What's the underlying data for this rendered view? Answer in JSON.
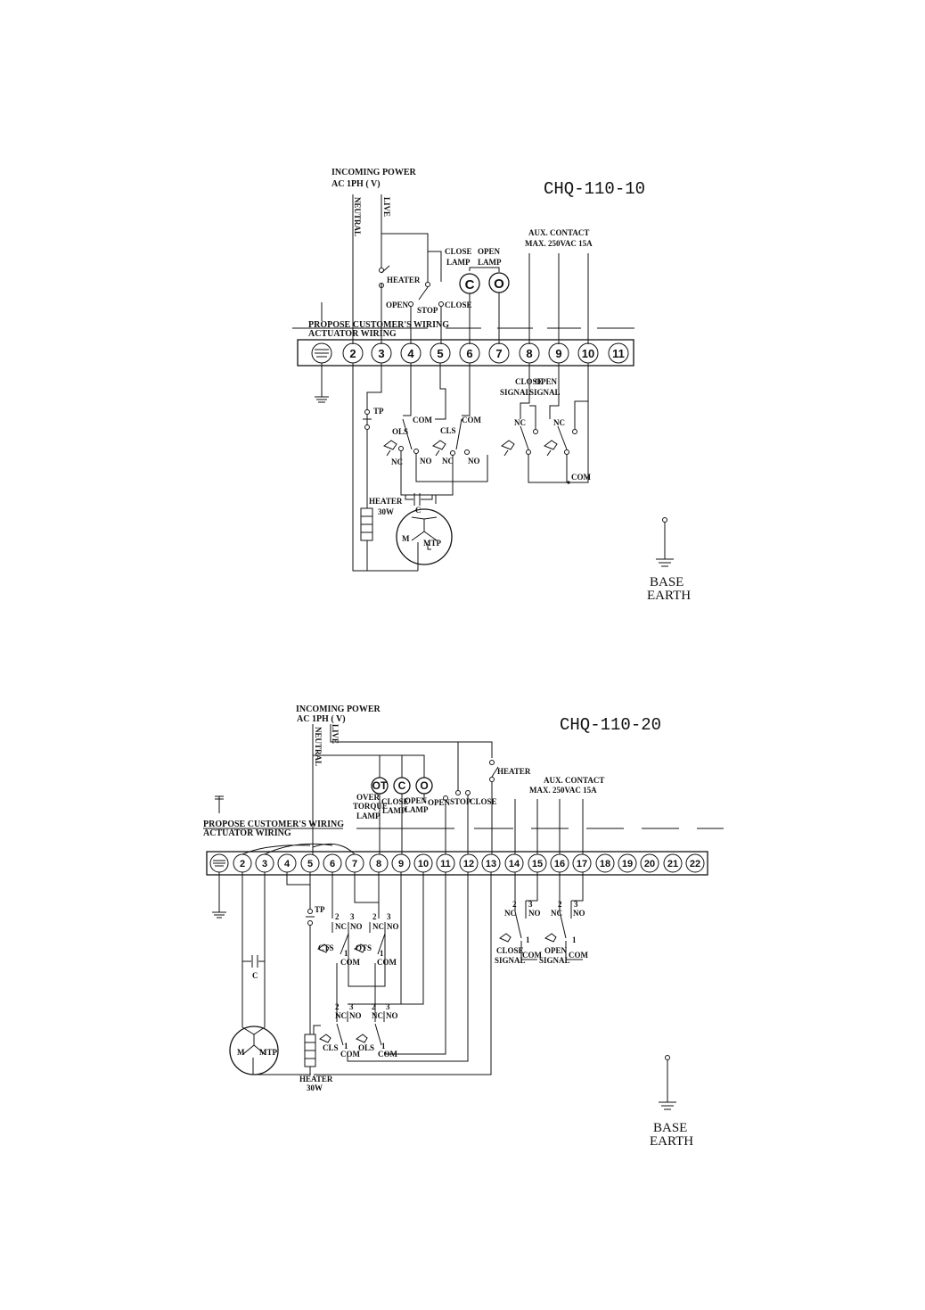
{
  "d1": {
    "model": "CHQ-110-10",
    "power_title": "INCOMING POWER",
    "power_spec": "AC  1PH  (   V)",
    "neutral": "NEUTRAL",
    "live": "LIVE",
    "heater_sw": "HEATER",
    "open": "OPEN",
    "stop": "STOP",
    "close": "CLOSE",
    "close_lamp_1": "CLOSE",
    "close_lamp_2": "LAMP",
    "open_lamp_1": "OPEN",
    "open_lamp_2": "LAMP",
    "lamp_c": "C",
    "lamp_o": "O",
    "aux_1": "AUX. CONTACT",
    "aux_2": "MAX. 250VAC 15A",
    "customer": "PROPOSE CUSTOMER'S WIRING",
    "actuator": "ACTUATOR WIRING",
    "terminals": [
      "2",
      "3",
      "4",
      "5",
      "6",
      "7",
      "8",
      "9",
      "10",
      "11"
    ],
    "close_signal_1": "CLOSE",
    "close_signal_2": "SIGNAL",
    "open_signal_1": "OPEN",
    "open_signal_2": "SIGNAL",
    "tp": "TP",
    "ols": "OLS",
    "cls": "CLS",
    "com": "COM",
    "nc": "NC",
    "no": "NO",
    "heater": "HEATER",
    "heater_w": "30W",
    "cap": "C",
    "motor": "M",
    "mtp": "MTP",
    "base": "BASE",
    "earth": "EARTH"
  },
  "d2": {
    "model": "CHQ-110-20",
    "power_title": "INCOMING POWER",
    "power_spec": "AC  1PH  (  V)",
    "neutral": "NEUTRAL",
    "live": "LIVE",
    "heater_sw": "HEATER",
    "lamp_ot": "OT",
    "lamp_c": "C",
    "lamp_o": "O",
    "over_1": "OVER",
    "over_2": "TORQUE",
    "over_3": "LAMP",
    "close_lamp_1": "CLOSE",
    "close_lamp_2": "LAMP",
    "open_lamp_1": "OPEN",
    "open_lamp_2": "LAMP",
    "open": "OPEN",
    "stop": "STOP",
    "close": "CLOSE",
    "aux_1": "AUX. CONTACT",
    "aux_2": "MAX. 250VAC 15A",
    "customer": "PROPOSE CUSTOMER'S WIRING",
    "actuator": "ACTUATOR WIRING",
    "terminals": [
      "2",
      "3",
      "4",
      "5",
      "6",
      "7",
      "8",
      "9",
      "10",
      "11",
      "12",
      "13",
      "14",
      "15",
      "16",
      "17",
      "18",
      "19",
      "20",
      "21",
      "22"
    ],
    "tp": "TP",
    "cts": "CTS",
    "ots": "OTS",
    "cls": "CLS",
    "ols": "OLS",
    "n1": "1",
    "n2": "2",
    "n3": "3",
    "nc": "NC",
    "no": "NO",
    "com": "COM",
    "close_signal_1": "CLOSE",
    "close_signal_2": "SIGNAL",
    "open_signal_1": "OPEN",
    "open_signal_2": "SIGNAL",
    "cap": "C",
    "motor": "M",
    "mtp": "MTP",
    "heater": "HEATER",
    "heater_w": "30W",
    "base": "BASE",
    "earth": "EARTH"
  }
}
